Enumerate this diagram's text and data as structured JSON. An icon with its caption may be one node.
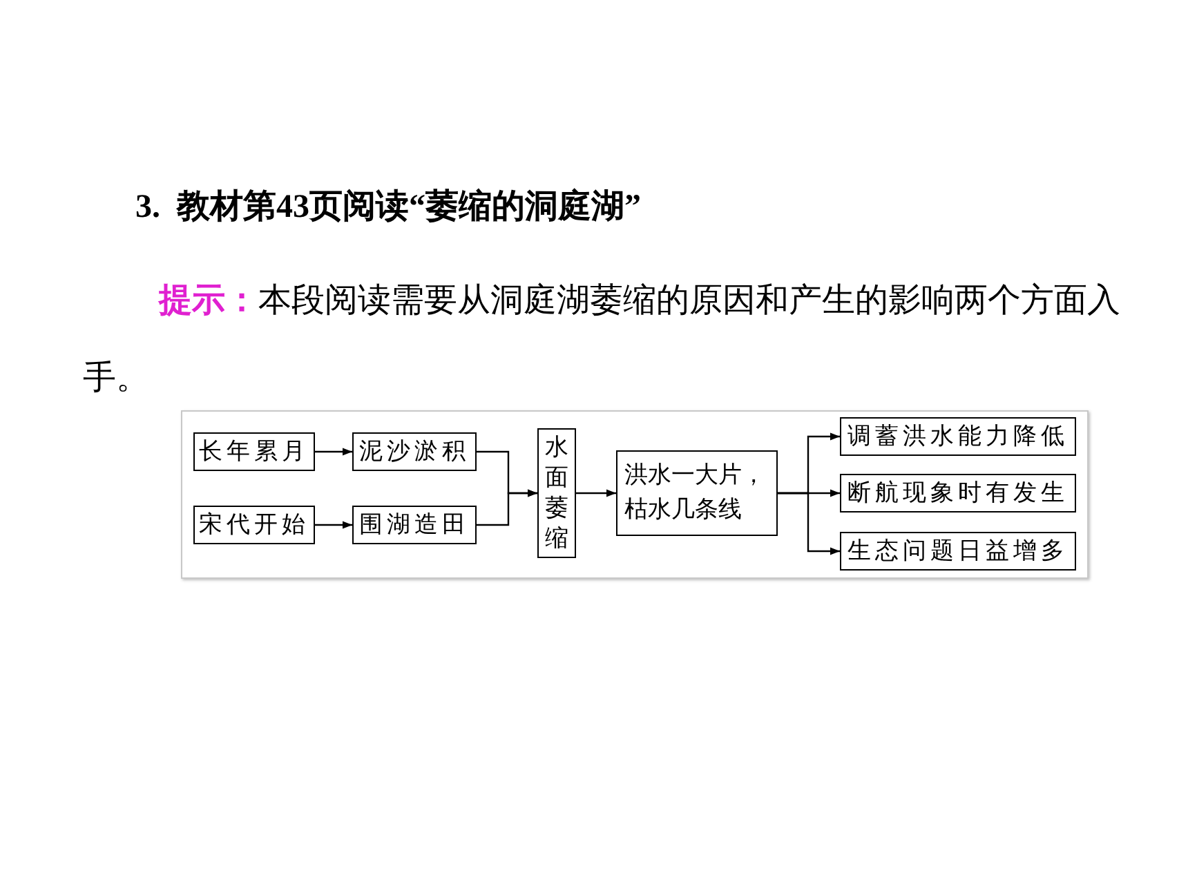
{
  "diagram": {
    "title": "3.  教材第43页阅读“萎缩的洞庭湖”",
    "nodes": [
      {
        "text": [
          "长年累月"
        ]
      },
      {
        "text": [
          "泥沙淤积"
        ]
      },
      {
        "text": [
          "宋代开始"
        ]
      },
      {
        "text": [
          "围湖造田"
        ]
      },
      {
        "text": [
          "水面萎缩"
        ]
      },
      {
        "text": [
          "洪水一大片，枯水几条线"
        ]
      },
      {
        "text": [
          "调蓄洪水能力降低"
        ]
      },
      {
        "text": [
          "断航现象时有发生"
        ]
      },
      {
        "text": [
          "生态问题日益增多"
        ]
      }
    ],
    "edges": [
      {
        "from": 0,
        "to": 1,
        "arrow": "to"
      },
      {
        "from": 2,
        "to": 3,
        "arrow": "to"
      },
      {
        "from": 1,
        "to": 4,
        "arrow": "to"
      },
      {
        "from": 3,
        "to": 4,
        "arrow": "to"
      },
      {
        "from": 4,
        "to": 5,
        "arrow": "to"
      },
      {
        "from": 5,
        "to": 6,
        "arrow": "to"
      },
      {
        "from": 5,
        "to": 7,
        "arrow": "to"
      },
      {
        "from": 5,
        "to": 8,
        "arrow": "to"
      }
    ],
    "labels": [
      "提示：",
      "本段阅读需要从洞庭湖萎缩的原因和产生的影响两个方面入手。"
    ]
  }
}
